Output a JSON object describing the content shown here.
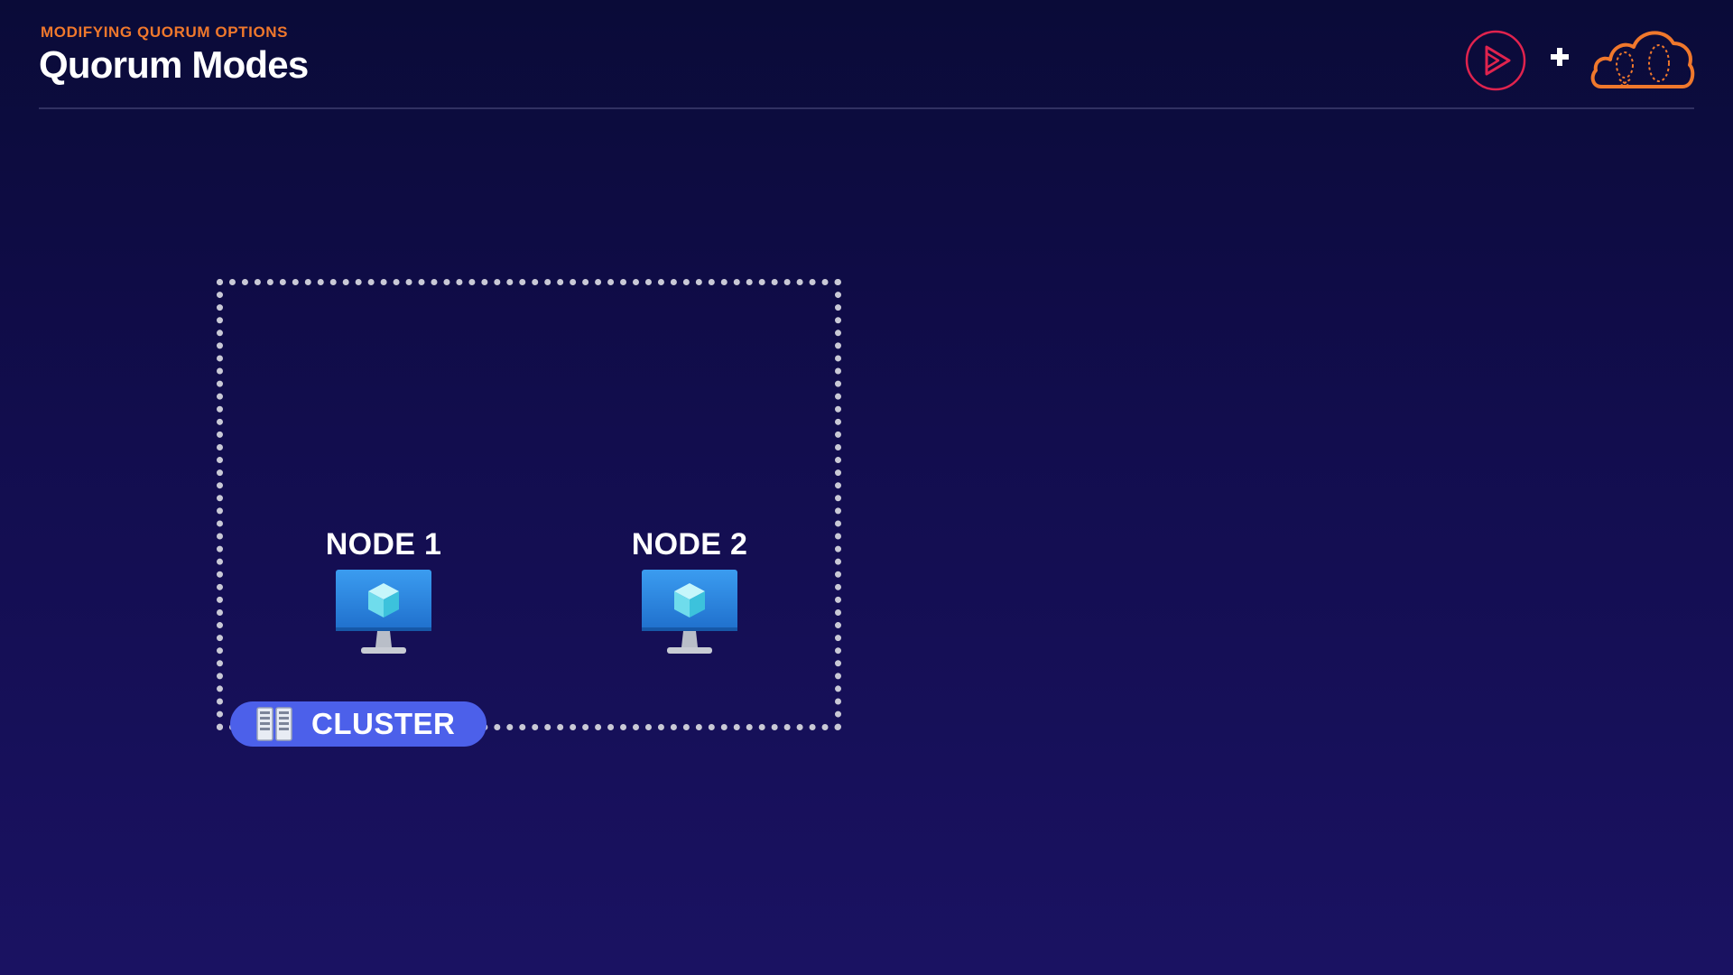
{
  "header": {
    "eyebrow": "MODIFYING QUORUM OPTIONS",
    "title": "Quorum Modes"
  },
  "logos": {
    "play_icon": "play-logo-icon",
    "plus_icon": "plus-icon",
    "cloud_icon": "cloud-logo-icon"
  },
  "diagram": {
    "nodes": [
      {
        "label": "NODE 1",
        "icon": "monitor-cube-icon"
      },
      {
        "label": "NODE 2",
        "icon": "monitor-cube-icon"
      }
    ],
    "cluster": {
      "label": "CLUSTER",
      "icon": "server-rack-icon"
    }
  },
  "colors": {
    "accent_orange": "#f0782c",
    "play_logo": "#e0234e",
    "cluster_pill": "#4c60ea",
    "monitor_screen": "#2f8be0",
    "background_top": "#0a0b38",
    "background_bottom": "#1a1262"
  }
}
